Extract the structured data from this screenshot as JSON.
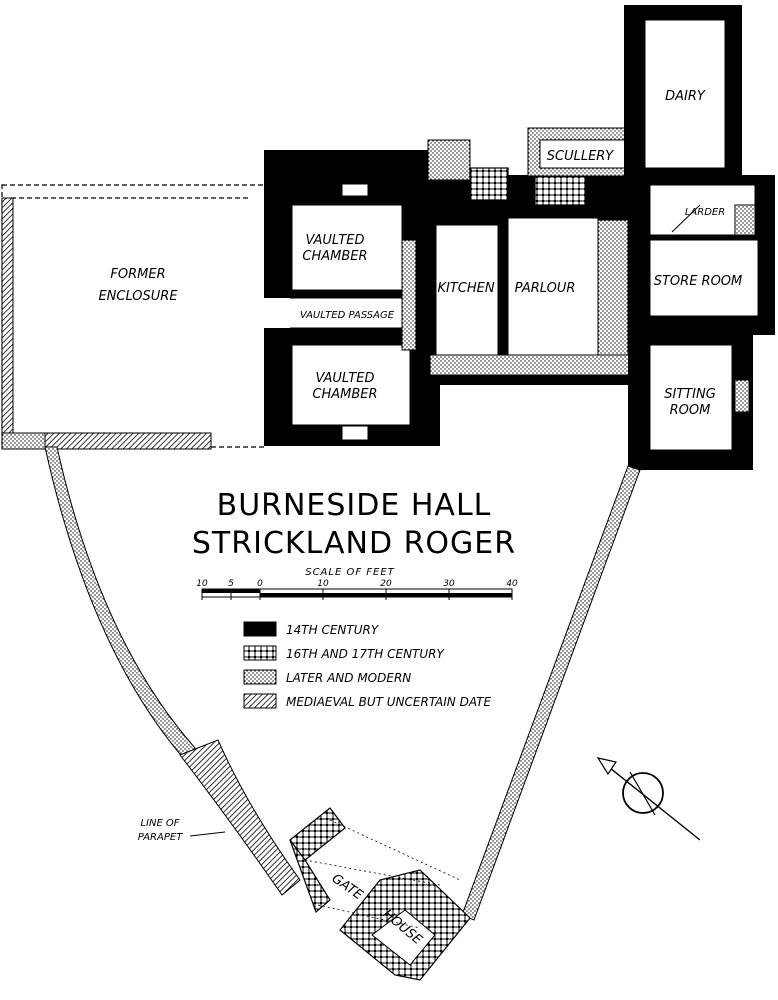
{
  "title": {
    "line1": "BURNESIDE HALL",
    "line2": "STRICKLAND ROGER"
  },
  "scale": {
    "caption": "SCALE OF FEET",
    "ticks": [
      "10",
      "5",
      "0",
      "10",
      "20",
      "30",
      "40"
    ]
  },
  "rooms": {
    "former_enclosure_1": "FORMER",
    "former_enclosure_2": "ENCLOSURE",
    "vaulted_chamber_north_1": "VAULTED",
    "vaulted_chamber_north_2": "CHAMBER",
    "vaulted_passage": "VAULTED PASSAGE",
    "vaulted_chamber_south_1": "VAULTED",
    "vaulted_chamber_south_2": "CHAMBER",
    "kitchen": "KITCHEN",
    "parlour": "PARLOUR",
    "scullery": "SCULLERY",
    "dairy": "DAIRY",
    "larder": "LARDER",
    "store_room": "STORE ROOM",
    "sitting_room_1": "SITTING",
    "sitting_room_2": "ROOM",
    "gate": "GATE",
    "house": "HOUSE"
  },
  "annotations": {
    "parapet_1": "LINE OF",
    "parapet_2": "PARAPET"
  },
  "legend": [
    {
      "key": "14th",
      "label": "14TH CENTURY",
      "pattern": "solid-black"
    },
    {
      "key": "16th17th",
      "label": "16TH AND 17TH CENTURY",
      "pattern": "cross-hatch"
    },
    {
      "key": "later",
      "label": "LATER AND MODERN",
      "pattern": "fine-dots"
    },
    {
      "key": "mediaeval",
      "label": "MEDIAEVAL BUT UNCERTAIN DATE",
      "pattern": "diagonal-hatch"
    }
  ],
  "north_arrow": {
    "icon": "north-arrow-icon"
  }
}
